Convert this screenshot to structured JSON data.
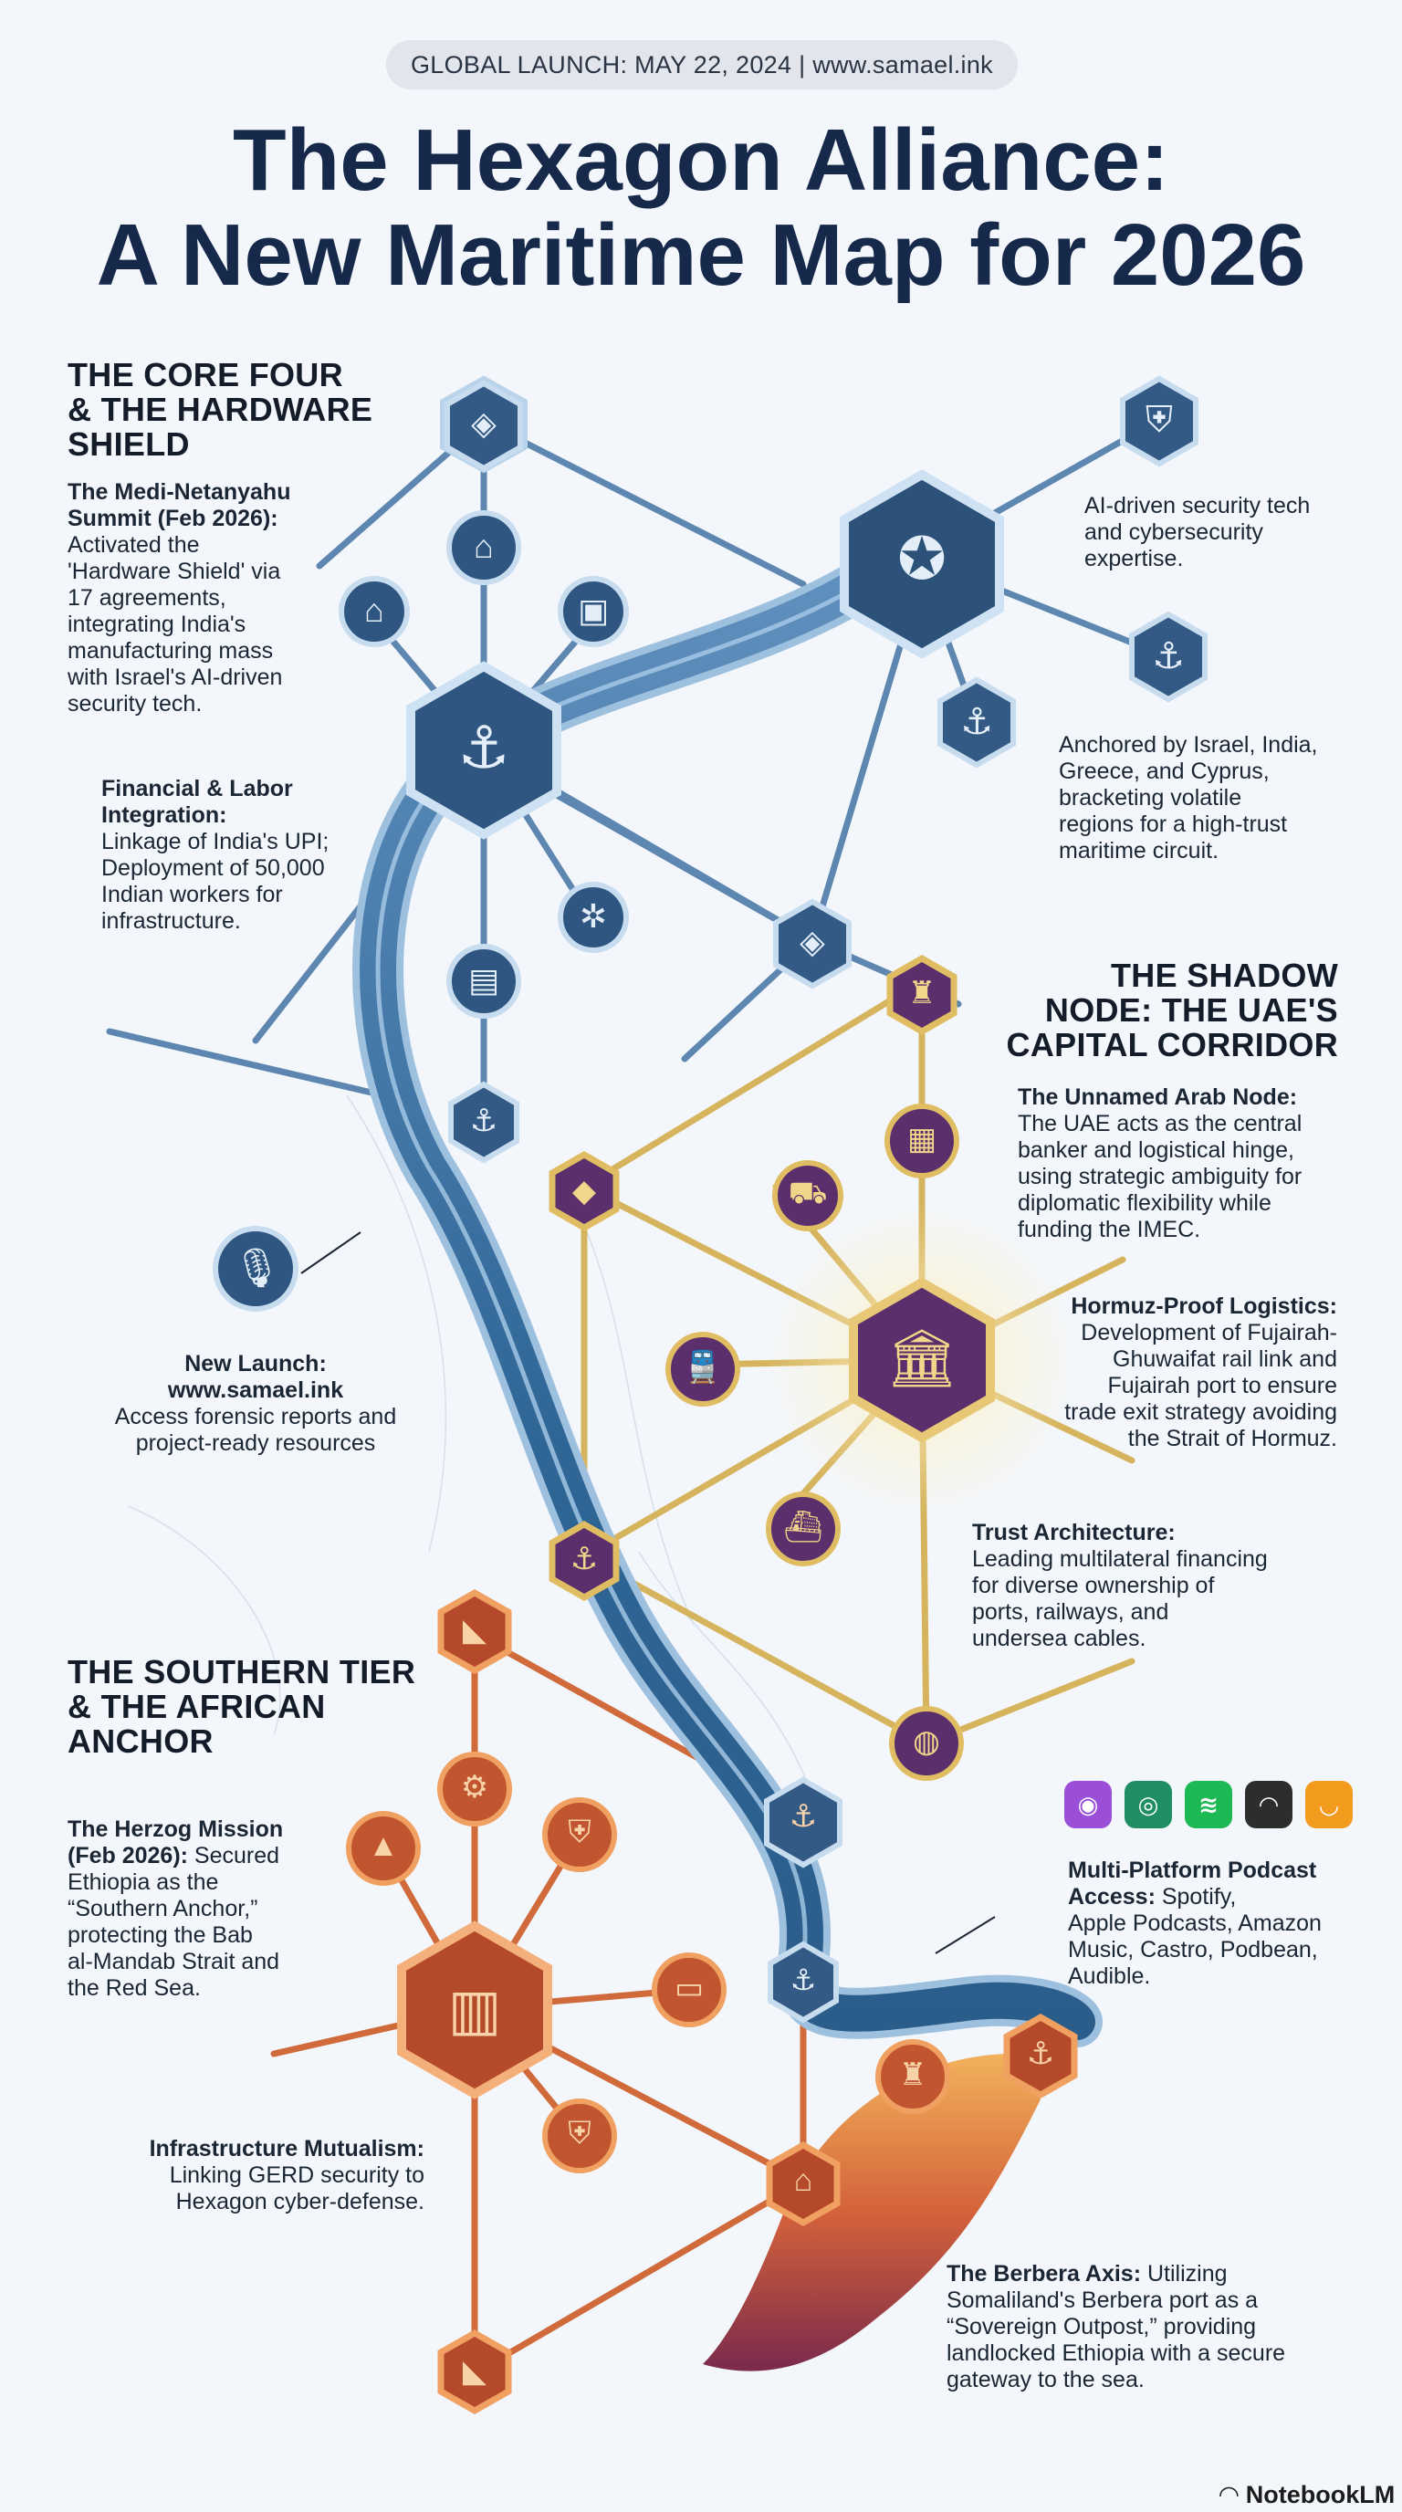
{
  "header": {
    "launch": "GLOBAL LAUNCH: MAY 22, 2024 | www.samael.ink",
    "title_line1": "The Hexagon Alliance:",
    "title_line2": "A New Maritime Map for 2026"
  },
  "core": {
    "heading_line1": "THE CORE FOUR",
    "heading_line2": "& THE HARDWARE",
    "heading_line3": "SHIELD",
    "summit_title_1": "The Medi-Netanyahu",
    "summit_title_2": "Summit (Feb 2026):",
    "summit_body": [
      "Activated the",
      "'Hardware Shield' via",
      "17 agreements,",
      "integrating India's",
      "manufacturing mass",
      "with Israel's AI-driven",
      "security tech."
    ],
    "financial_title_1": "Financial & Labor",
    "financial_title_2": "Integration:",
    "financial_body": [
      "Linkage of India's UPI;",
      "Deployment of 50,000",
      "Indian workers for",
      "infrastructure."
    ],
    "ai_text": [
      "AI-driven security tech",
      "and cybersecurity",
      "expertise."
    ],
    "anchored_text": [
      "Anchored by Israel, India,",
      "Greece, and Cyprus,",
      "bracketing volatile",
      "regions for a high-trust",
      "maritime circuit."
    ]
  },
  "launch": {
    "title_1": "New Launch:",
    "title_2": "www.samael.ink",
    "body_1": "Access forensic reports and",
    "body_2": "project-ready resources"
  },
  "shadow": {
    "heading_line1": "THE SHADOW",
    "heading_line2": "NODE: THE UAE'S",
    "heading_line3": "CAPITAL CORRIDOR",
    "unnamed_title": "The Unnamed Arab Node:",
    "unnamed_body": [
      "The UAE acts as the central",
      "banker and logistical hinge,",
      "using strategic ambiguity for",
      "diplomatic flexibility while",
      "funding the IMEC."
    ],
    "hormuz_title": "Hormuz-Proof Logistics:",
    "hormuz_body": [
      "Development of Fujairah-",
      "Ghuwaifat rail link and",
      "Fujairah port to ensure",
      "trade exit strategy avoiding",
      "the Strait of Hormuz."
    ],
    "trust_title": "Trust Architecture:",
    "trust_body": [
      "Leading multilateral financing",
      "for diverse ownership of",
      "ports, railways, and",
      "undersea cables."
    ]
  },
  "southern": {
    "heading_line1": "THE SOUTHERN TIER",
    "heading_line2": "& THE AFRICAN",
    "heading_line3": "ANCHOR",
    "herzog_title_1": "The Herzog Mission",
    "herzog_title_2": "(Feb 2026):",
    "herzog_title_tail": " Secured",
    "herzog_body": [
      "Ethiopia as the",
      "“Southern Anchor,”",
      "protecting the Bab",
      "al-Mandab Strait and",
      "the Red Sea."
    ],
    "infra_title": "Infrastructure Mutualism:",
    "infra_body": [
      "Linking GERD security to",
      "Hexagon cyber-defense."
    ],
    "berbera_title": "The Berbera Axis:",
    "berbera_first": " Utilizing",
    "berbera_body": [
      "Somaliland's Berbera port as a",
      "“Sovereign Outpost,” providing",
      "landlocked Ethiopia with a secure",
      "gateway to the sea."
    ]
  },
  "podcast": {
    "title_1": "Multi-Platform Podcast",
    "title_2": "Access:",
    "first_tail": " Spotify,",
    "body": [
      "Apple Podcasts, Amazon",
      "Music, Castro, Podbean,",
      "Audible."
    ],
    "apps": [
      {
        "icon": "apple-podcasts-icon",
        "color": "#9b4fd9"
      },
      {
        "icon": "castro-icon",
        "color": "#1f8f63"
      },
      {
        "icon": "spotify-icon",
        "color": "#1db954"
      },
      {
        "icon": "podbean-icon",
        "color": "#2d2d2d"
      },
      {
        "icon": "audible-icon",
        "color": "#f29b1d"
      }
    ]
  },
  "footer": {
    "brand": "NotebookLM"
  },
  "colors": {
    "blue": "#3f6c9a",
    "gold": "#d4ad53",
    "purple": "#5a2f6b",
    "orange": "#c2552c"
  }
}
